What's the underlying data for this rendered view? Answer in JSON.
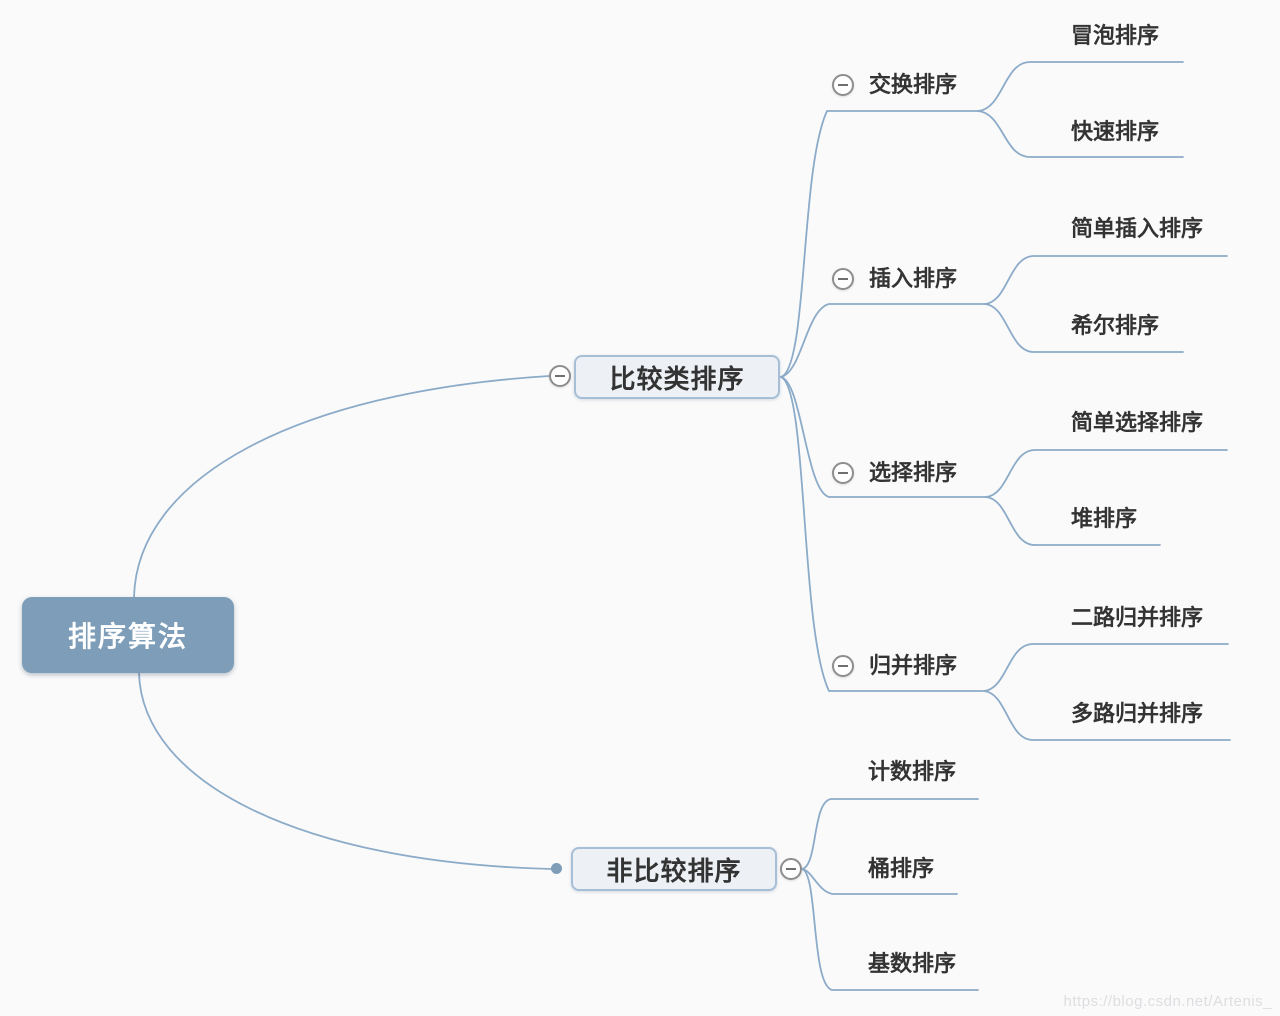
{
  "mindmap": {
    "root": {
      "label": "排序算法"
    },
    "comparison": {
      "label": "比较类排序",
      "children": [
        {
          "label": "交换排序",
          "children": [
            {
              "label": "冒泡排序"
            },
            {
              "label": "快速排序"
            }
          ]
        },
        {
          "label": "插入排序",
          "children": [
            {
              "label": "简单插入排序"
            },
            {
              "label": "希尔排序"
            }
          ]
        },
        {
          "label": "选择排序",
          "children": [
            {
              "label": "简单选择排序"
            },
            {
              "label": "堆排序"
            }
          ]
        },
        {
          "label": "归并排序",
          "children": [
            {
              "label": "二路归并排序"
            },
            {
              "label": "多路归并排序"
            }
          ]
        }
      ]
    },
    "non_comparison": {
      "label": "非比较排序",
      "children": [
        {
          "label": "计数排序"
        },
        {
          "label": "桶排序"
        },
        {
          "label": "基数排序"
        }
      ]
    }
  },
  "watermark": "https://blog.csdn.net/Artenis_",
  "colors": {
    "background": "#fafafb",
    "root_fill": "#7d9db8",
    "root_text": "#ffffff",
    "branch_fill": "#edf1f5",
    "branch_border": "#a6bfd6",
    "connector_line": "#8cabc8",
    "topic_text": "#333333",
    "collapse_border": "#8e8e8e",
    "watermark_text": "#dcdee0"
  }
}
